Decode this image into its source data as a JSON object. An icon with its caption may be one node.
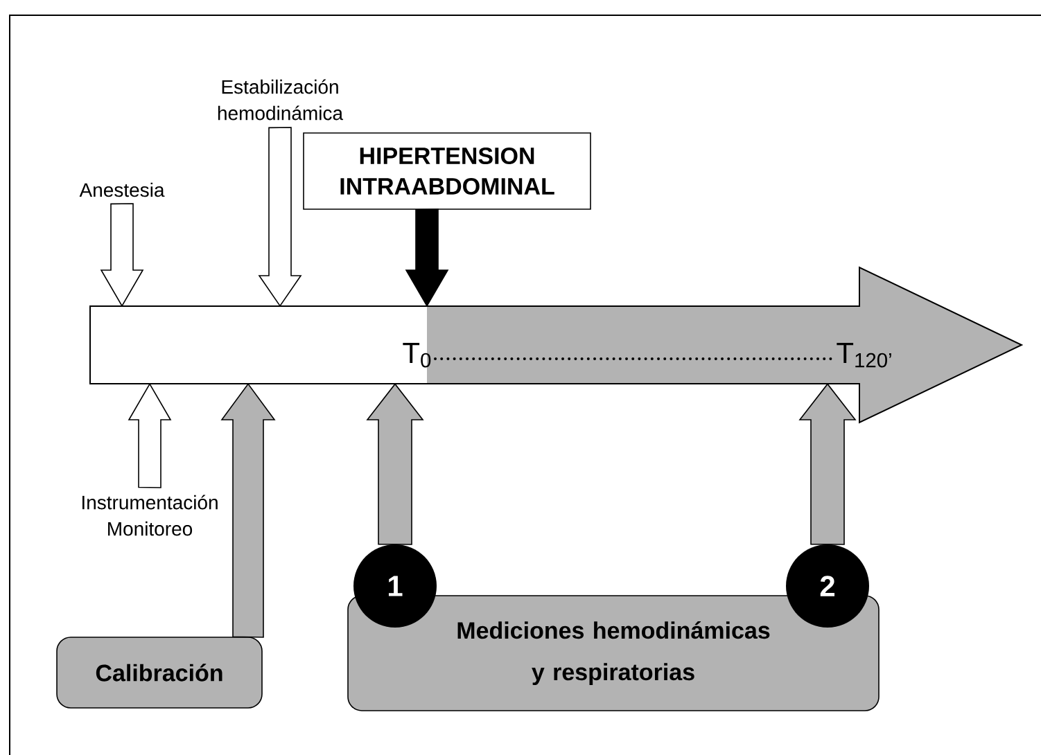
{
  "diagram": {
    "nodes": [
      {
        "text": [
          "Anestesia"
        ]
      },
      {
        "text": [
          "Estabilización hemodinámica"
        ]
      },
      {
        "text": [
          "HIPERTENSION INTRAABDOMINAL"
        ]
      },
      {
        "text": [
          "T$_{0}$",
          "T$_{120’}$"
        ]
      },
      {
        "text": [
          "Instrumentación Monitoreo"
        ]
      },
      {
        "text": [
          "Calibración"
        ]
      },
      {
        "text": [
          "Mediciones hemodinámicas y respiratorias"
        ]
      },
      {
        "text": [
          "1"
        ]
      },
      {
        "text": [
          "2"
        ]
      }
    ],
    "edges": [
      {
        "from": 0,
        "to": 3,
        "arrow": "to"
      },
      {
        "from": 1,
        "to": 3,
        "arrow": "to"
      },
      {
        "from": 2,
        "to": 3,
        "arrow": "to",
        "color": "#000000"
      },
      {
        "from": 4,
        "to": 3,
        "arrow": "to"
      },
      {
        "from": 5,
        "to": 3,
        "arrow": "to",
        "color": "#b3b3b3"
      },
      {
        "from": 7,
        "to": 3,
        "arrow": "to",
        "color": "#b3b3b3"
      },
      {
        "from": 8,
        "to": 3,
        "arrow": "to",
        "color": "#b3b3b3"
      }
    ]
  }
}
